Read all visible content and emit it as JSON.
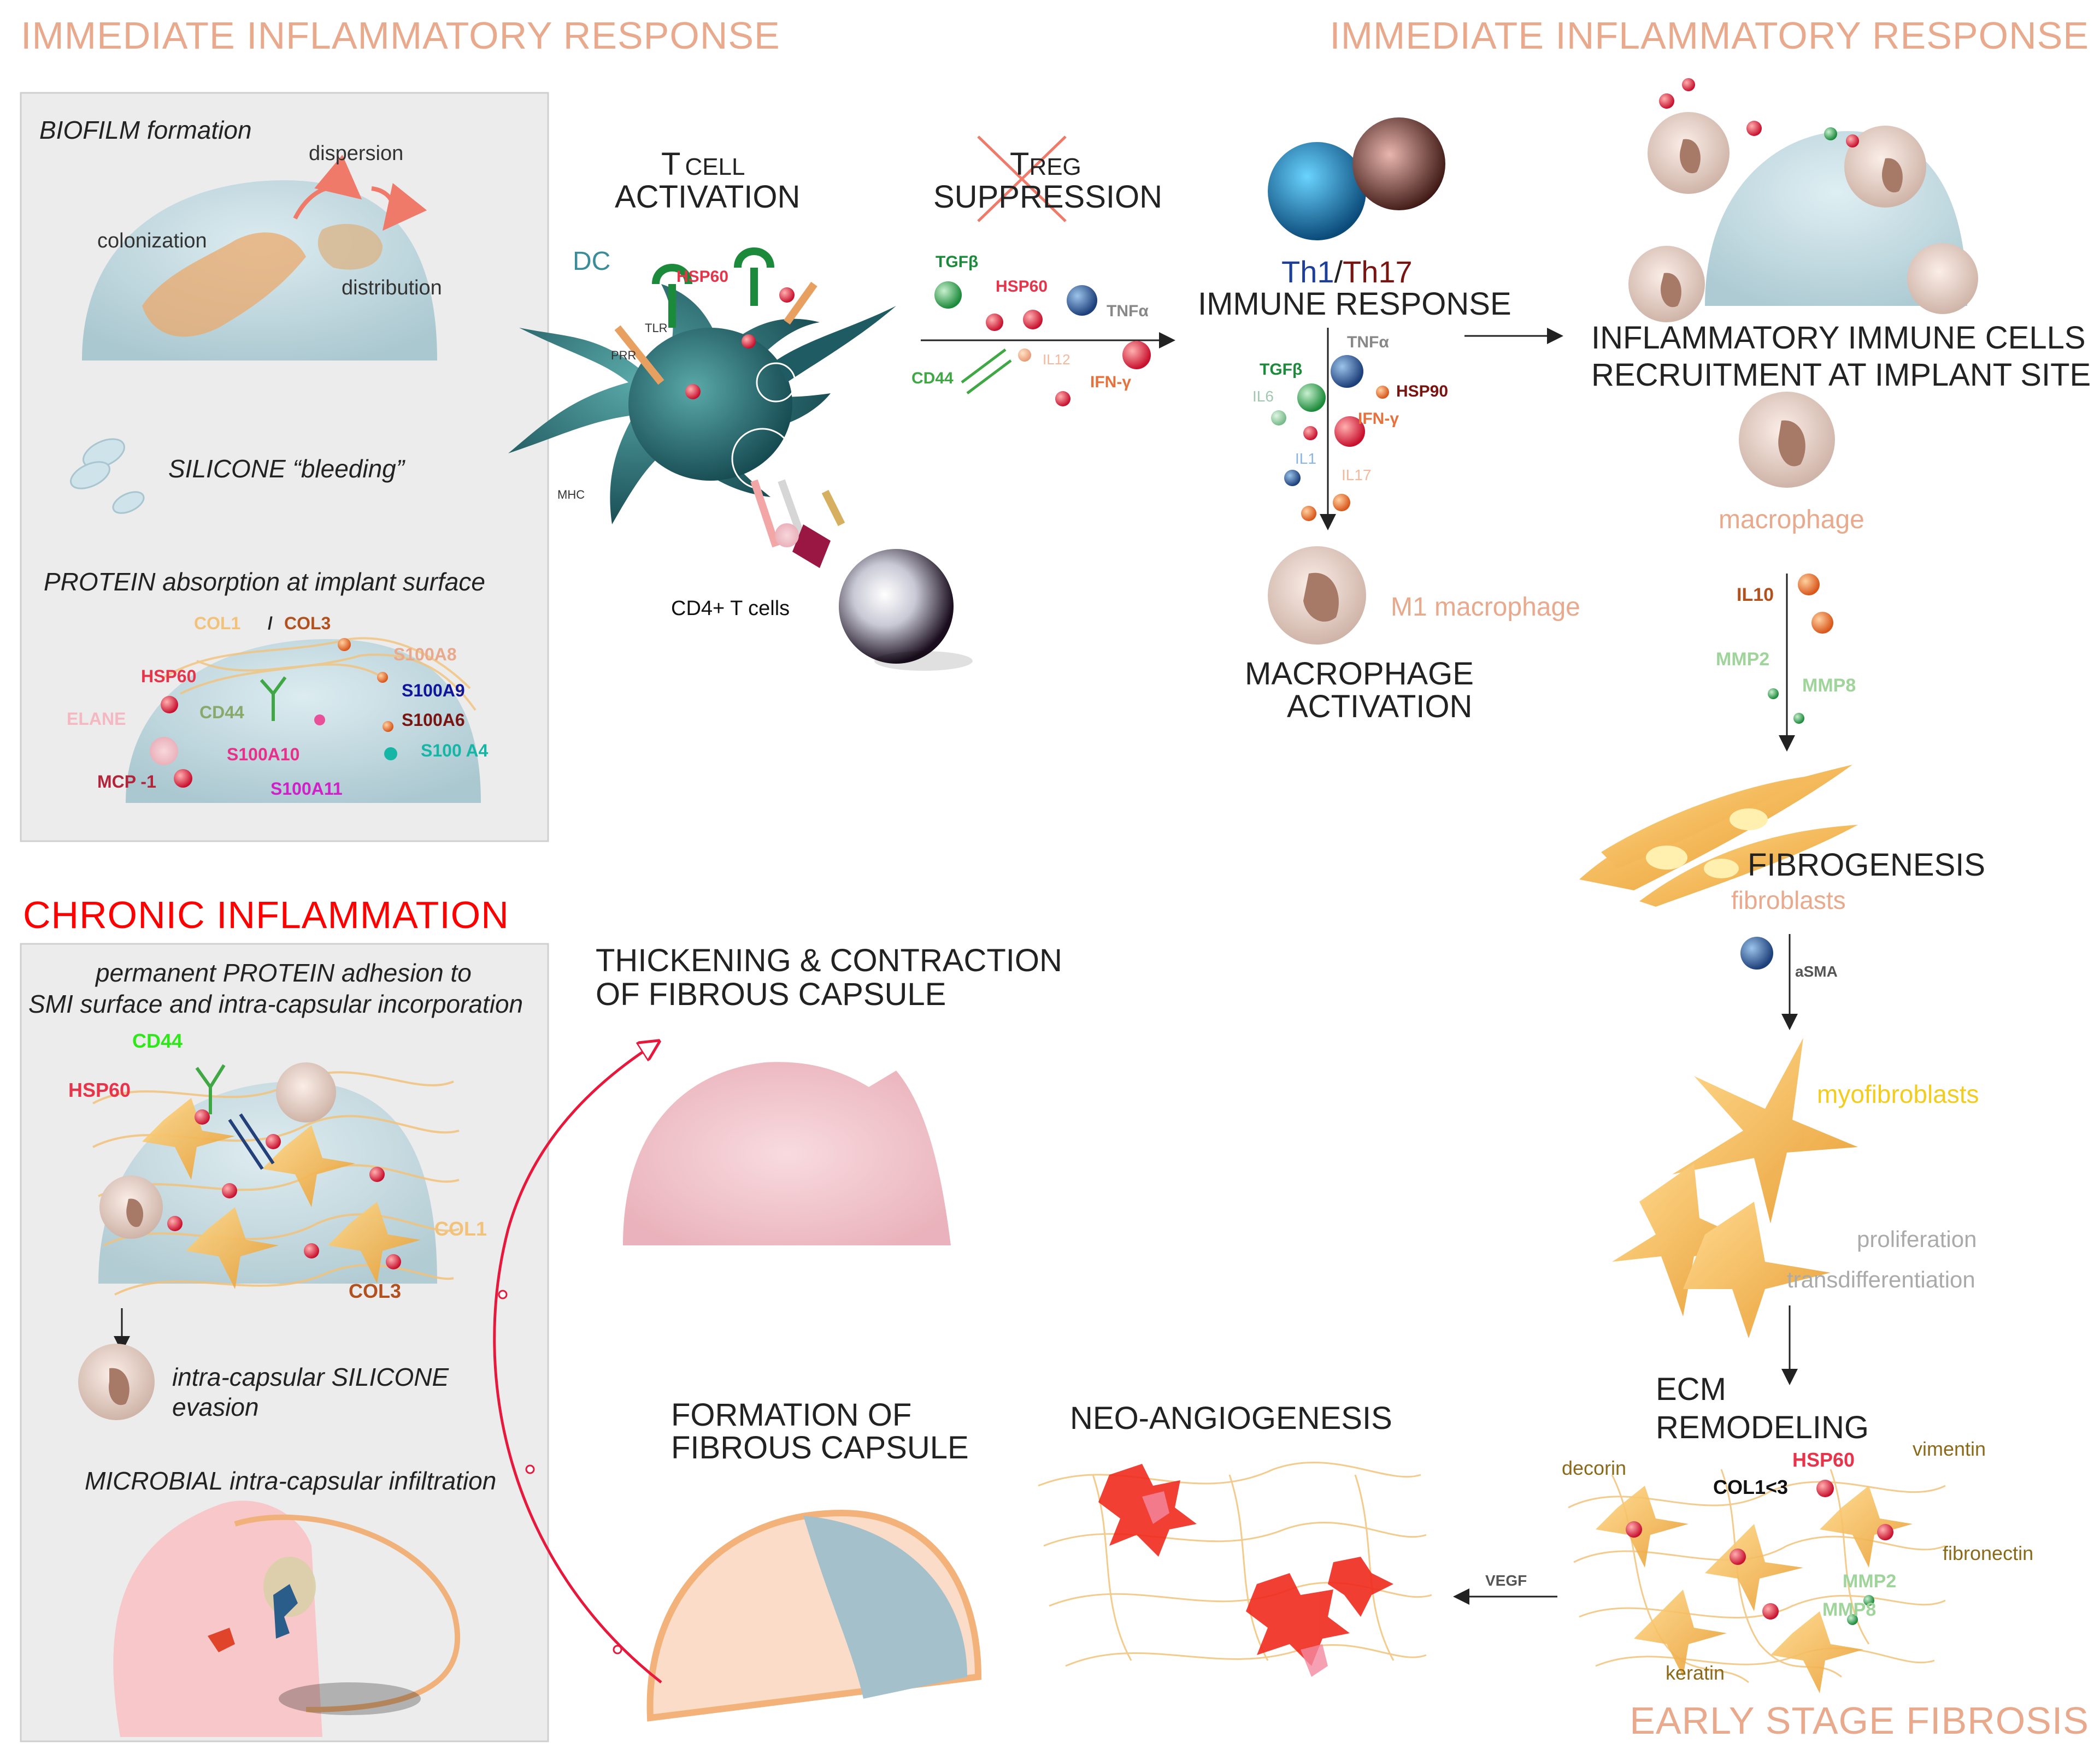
{
  "sections": {
    "immediate_left": "IMMEDIATE INFLAMMATORY RESPONSE",
    "immediate_right": "IMMEDIATE INFLAMMATORY RESPONSE",
    "chronic": "CHRONIC INFLAMMATION",
    "early_fibrosis": "EARLY STAGE FIBROSIS"
  },
  "colors": {
    "section": "#e8a98c",
    "chronic": "#ff0000",
    "loop_arrow": "#e8173c",
    "panel_bg": "#ececec"
  },
  "panel_top": {
    "biofilm_title": "BIOFILM formation",
    "dispersion": "dispersion",
    "colonization": "colonization",
    "distribution": "distribution",
    "silicone": "SILICONE “bleeding”",
    "protein_title": "PROTEIN absorption at implant surface",
    "markers": {
      "col1": "COL1",
      "slash": "/",
      "col3": "COL3",
      "s100a8": "S100A8",
      "hsp60": "HSP60",
      "s100a9": "S100A9",
      "cd44": "CD44",
      "s100a6": "S100A6",
      "elane": "ELANE",
      "s100a10": "S100A10",
      "s100a4": "S100 A4",
      "mcp1": "MCP -1",
      "s100a11": "S100A11"
    }
  },
  "tcell": {
    "title_t": "T",
    "title_cell": "CELL",
    "title_activation": "ACTIVATION",
    "dc": "DC",
    "hsp60": "HSP60",
    "tlr": "TLR",
    "prr": "PRR",
    "mhc": "MHC",
    "cd4": "CD4+ T cells"
  },
  "treg": {
    "title_t": "T",
    "title_reg": "REG",
    "title_suppression": "SUPPRESSION",
    "tgfb": "TGFβ",
    "hsp60": "HSP60",
    "tnfa": "TNFα",
    "cd44": "CD44",
    "il12": "IL12",
    "ifng": "IFN-γ"
  },
  "immune": {
    "th1": "Th1",
    "slash": "/",
    "th17": "Th17",
    "response": "IMMUNE RESPONSE",
    "tnfa": "TNFα",
    "tgfb": "TGFβ",
    "il6": "IL6",
    "hsp90": "HSP90",
    "ifng": "IFN-γ",
    "il1": "IL1",
    "il17": "IL17",
    "m1": "M1 macrophage",
    "activation_1": "MACROPHAGE",
    "activation_2": "ACTIVATION"
  },
  "right": {
    "recruit_1": "INFLAMMATORY IMMUNE CELLS",
    "recruit_2": "RECRUITMENT AT IMPLANT SITE",
    "macrophage": "macrophage",
    "il10": "IL10",
    "mmp2": "MMP2",
    "mmp8": "MMP8",
    "fibrogenesis": "FIBROGENESIS",
    "fibroblasts": "fibroblasts",
    "asma": "aSMA",
    "myofibroblasts": "myofibroblasts",
    "proliferation": "proliferation",
    "transdiff": "transdifferentiation",
    "ecm_1": "ECM",
    "ecm_2": "REMODELING",
    "hsp60": "HSP60",
    "vimentin": "vimentin",
    "decorin": "decorin",
    "col": "COL1<3",
    "fibronectin": "fibronectin",
    "mmp2b": "MMP2",
    "mmp8b": "MMP8",
    "keratin": "keratin"
  },
  "bottom": {
    "neo": "NEO-ANGIOGENESIS",
    "vegf": "VEGF",
    "formation_1": "FORMATION OF",
    "formation_2": "FIBROUS CAPSULE",
    "thick_1": "THICKENING & CONTRACTION",
    "thick_2": "OF FIBROUS CAPSULE"
  },
  "panel_chronic": {
    "line1": "permanent PROTEIN adhesion to",
    "line2": "SMI surface and intra-capsular incorporation",
    "cd44": "CD44",
    "hsp60": "HSP60",
    "col1": "COL1",
    "col3": "COL3",
    "evasion_1": "intra-capsular SILICONE",
    "evasion_2": "evasion",
    "microbial": "MICROBIAL intra-capsular infiltration"
  }
}
